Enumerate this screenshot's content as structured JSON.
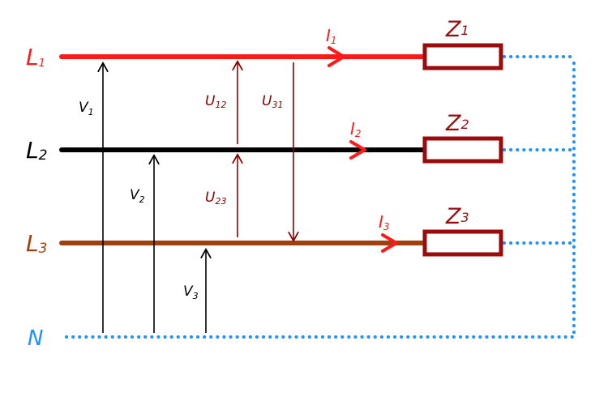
{
  "colors": {
    "l1": "#ff1a1a",
    "l2": "#000000",
    "l3": "#a0400f",
    "neutral": "#1e90ff",
    "line_voltage": "#8b0000",
    "load": "#9b0b0b",
    "phase_voltage": "#000000"
  },
  "lines": {
    "l1": {
      "letter": "L",
      "sub": "1"
    },
    "l2": {
      "letter": "L",
      "sub": "2"
    },
    "l3": {
      "letter": "L",
      "sub": "3"
    },
    "n": {
      "letter": "N"
    }
  },
  "currents": {
    "i1": {
      "letter": "I",
      "sub": "1"
    },
    "i2": {
      "letter": "I",
      "sub": "2"
    },
    "i3": {
      "letter": "I",
      "sub": "3"
    }
  },
  "loads": {
    "z1": {
      "letter": "Z",
      "sub": "1"
    },
    "z2": {
      "letter": "Z",
      "sub": "2"
    },
    "z3": {
      "letter": "Z",
      "sub": "3"
    }
  },
  "phase_voltages": {
    "v1": {
      "letter": "V",
      "sub": "1"
    },
    "v2": {
      "letter": "V",
      "sub": "2"
    },
    "v3": {
      "letter": "V",
      "sub": "3"
    }
  },
  "line_voltages": {
    "u12": {
      "letter": "U",
      "sub": "12"
    },
    "u23": {
      "letter": "U",
      "sub": "23"
    },
    "u31": {
      "letter": "U",
      "sub": "31"
    }
  }
}
